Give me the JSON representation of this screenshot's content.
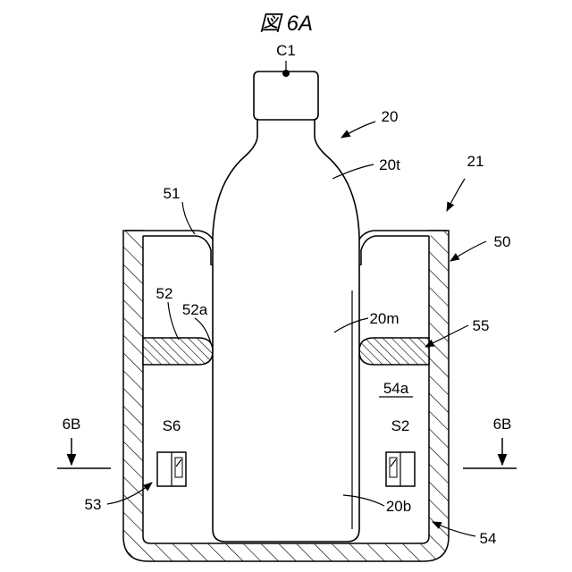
{
  "figure": {
    "title": "図 6A"
  },
  "labels": {
    "c1": "C1",
    "bottle": "20",
    "bottle_top": "20t",
    "bottle_middle": "20m",
    "bottle_bottom": "20b",
    "device": "21",
    "holder": "50",
    "rim": "51",
    "left_pad": "52",
    "left_pad_edge": "52a",
    "left_sensor_mount": "53",
    "case_bottom": "54",
    "chamber": "54a",
    "right_pad": "55",
    "sensor_left": "S6",
    "sensor_right": "S2",
    "section_left": "6B",
    "section_right": "6B"
  }
}
